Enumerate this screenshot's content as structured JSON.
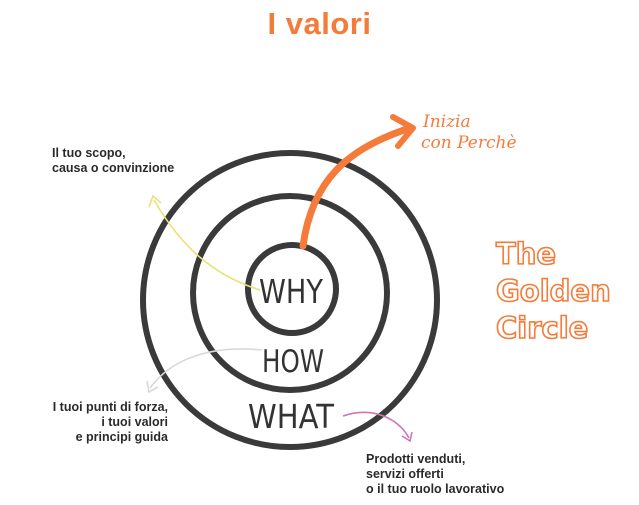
{
  "title": "I valori",
  "golden_circle": {
    "lines": [
      "The",
      "Golden",
      "Circle"
    ],
    "accent_color": "#f47b3a"
  },
  "rings": {
    "why": "WHY",
    "how": "HOW",
    "what": "WHAT",
    "stroke_color": "#3a3a3a"
  },
  "start_with_why": [
    "Inizia",
    "con Perchè"
  ],
  "notes": {
    "why": [
      "Il tuo scopo,",
      "causa o convinzione"
    ],
    "how": [
      "I tuoi punti di forza,",
      "i tuoi valori",
      "e principi guida"
    ],
    "what": [
      "Prodotti venduti,",
      "servizi offerti",
      "o il tuo ruolo lavorativo"
    ]
  },
  "arrow_colors": {
    "why": "#e6e27a",
    "how": "#d9d9d9",
    "what": "#c978b5",
    "perche": "#f47b3a"
  }
}
